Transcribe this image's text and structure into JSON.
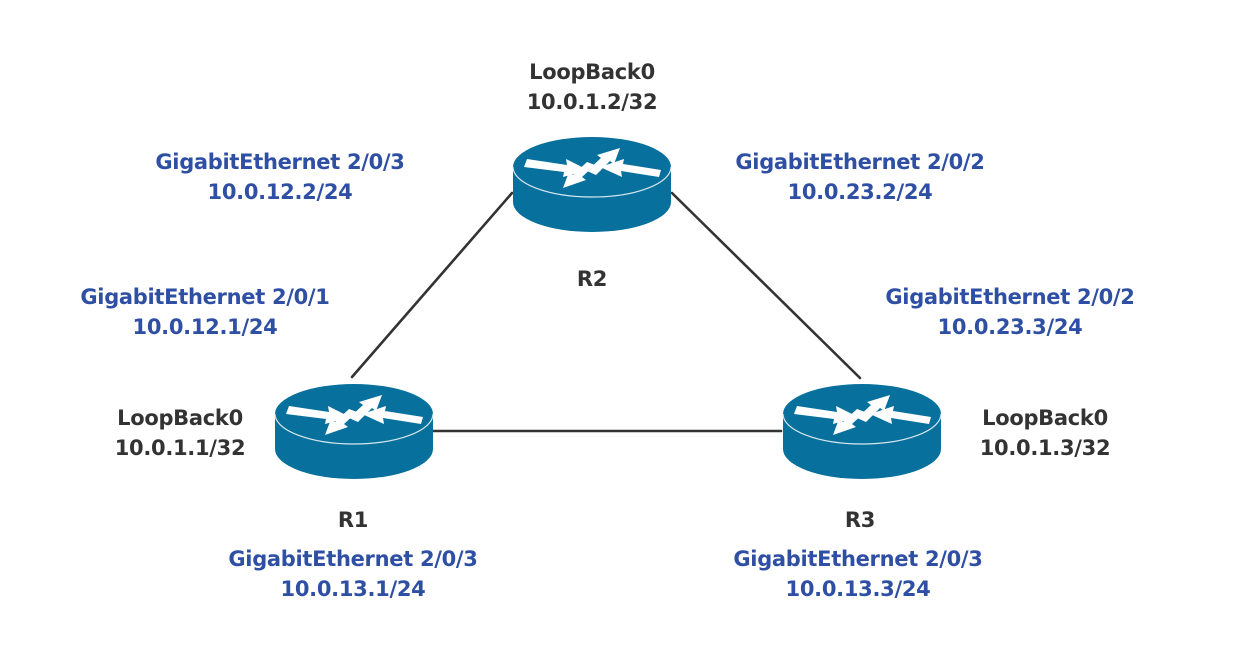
{
  "colors": {
    "router_body": "#07709c",
    "router_top": "#07709c",
    "router_rim": "#d8e8f0",
    "arrow": "#ffffff",
    "link": "#333333",
    "interface_text": "#2e4fa3",
    "node_text": "#333333"
  },
  "routers": [
    {
      "id": "R1",
      "name": "R1",
      "icon": "router-icon",
      "loopback": {
        "name": "LoopBack0",
        "ip": "10.0.1.1/32"
      }
    },
    {
      "id": "R2",
      "name": "R2",
      "icon": "router-icon",
      "loopback": {
        "name": "LoopBack0",
        "ip": "10.0.1.2/32"
      }
    },
    {
      "id": "R3",
      "name": "R3",
      "icon": "router-icon",
      "loopback": {
        "name": "LoopBack0",
        "ip": "10.0.1.3/32"
      }
    }
  ],
  "interfaces": {
    "r2_to_r1": {
      "name": "GigabitEthernet 2/0/3",
      "ip": "10.0.12.2/24"
    },
    "r2_to_r3": {
      "name": "GigabitEthernet 2/0/2",
      "ip": "10.0.23.2/24"
    },
    "r1_to_r2": {
      "name": "GigabitEthernet 2/0/1",
      "ip": "10.0.12.1/24"
    },
    "r3_to_r2": {
      "name": "GigabitEthernet 2/0/2",
      "ip": "10.0.23.3/24"
    },
    "r1_to_r3": {
      "name": "GigabitEthernet 2/0/3",
      "ip": "10.0.13.1/24"
    },
    "r3_to_r1": {
      "name": "GigabitEthernet 2/0/3",
      "ip": "10.0.13.3/24"
    }
  },
  "links": [
    {
      "from": "R1",
      "to": "R2"
    },
    {
      "from": "R2",
      "to": "R3"
    },
    {
      "from": "R1",
      "to": "R3"
    }
  ]
}
